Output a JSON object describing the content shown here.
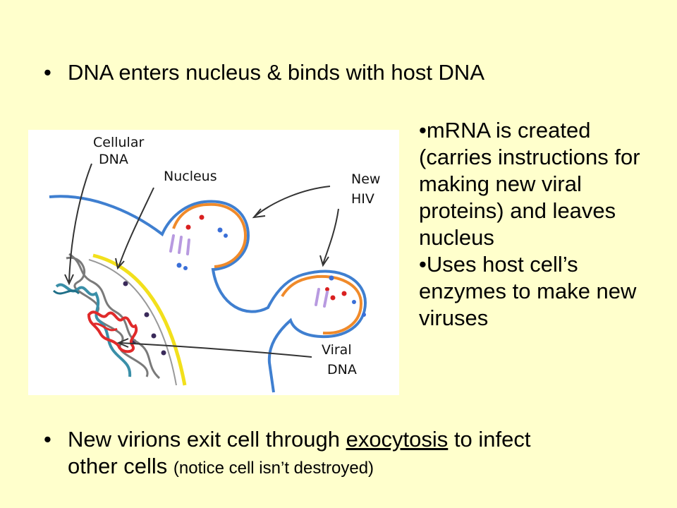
{
  "bullets": {
    "top": "DNA enters nucleus & binds with host DNA",
    "right_1": "mRNA is created (carries instructions for making new viral proteins) and leaves nucleus",
    "right_2": "Uses host cell’s enzymes to make new viruses",
    "bottom_a": "New virions exit cell through",
    "bottom_link": "exocytosis",
    "bottom_b": "to infect",
    "bottom_c": "other cells",
    "bottom_note": "(notice cell isn’t destroyed)"
  },
  "diagram": {
    "label_cellular_1": "Cellular",
    "label_cellular_2": "DNA",
    "label_nucleus": "Nucleus",
    "label_newhiv_1": "New",
    "label_newhiv_2": "HIV",
    "label_viral_1": "Viral",
    "label_viral_2": "DNA"
  },
  "colors": {
    "background": "#ffffcc",
    "membrane": "#3f7fd0",
    "nuclear_envelope": "#f2e01c",
    "viral_dna": "#e02a2a",
    "cellular_dna": "#3a8fa8",
    "rna_purple": "#b89ae0"
  }
}
